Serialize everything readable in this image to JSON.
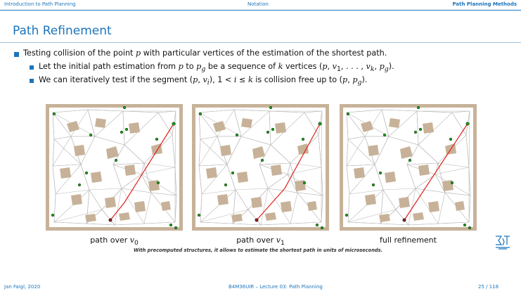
{
  "header": {
    "left": "Introduction to Path Planning",
    "center": "Notation",
    "right": "Path Planning Methods"
  },
  "title": "Path Refinement",
  "bullets": {
    "main": "Testing collision of the point p with particular vertices of the estimation of the shortest path.",
    "sub1": "Let the initial path estimation from p to p_g be a sequence of k vertices (p, v_1, ..., v_k, p_g).",
    "sub2": "We can iteratively test if the segment (p, v_i), 1 < i ≤ k is collision free up to (p, p_g)."
  },
  "figures": [
    {
      "caption": "path over v₀"
    },
    {
      "caption": "path over v₁"
    },
    {
      "caption": "full refinement"
    }
  ],
  "note": "With precomputed structures, it allows to estimate the shortest path in units of microseconds.",
  "footer": {
    "author": "Jan Faigl, 2020",
    "lecture": "B4M36UIR – Lecture 03: Path Planning",
    "page": "25 / 118"
  },
  "colors": {
    "accent": "#1b75bc",
    "obstacle": "#c7b299",
    "edge": "#b9b9b9",
    "path": "#e0201c",
    "vertex": "#1e9e1e"
  }
}
